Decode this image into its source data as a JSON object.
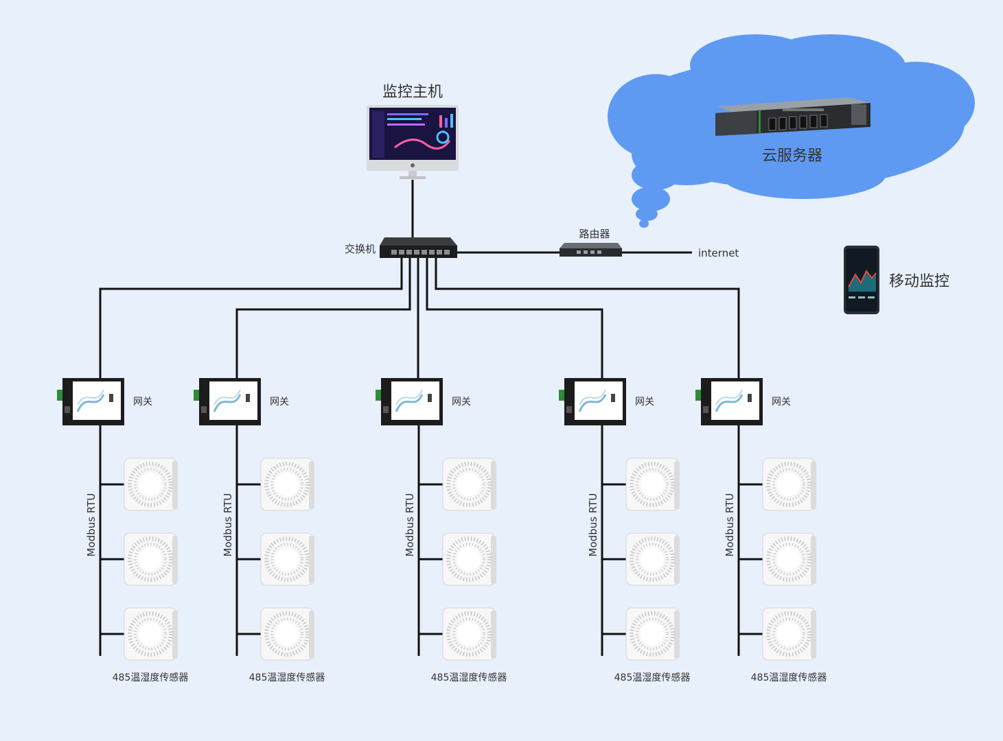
{
  "labels": {
    "host": "监控主机",
    "cloud_server": "云服务器",
    "switch": "交换机",
    "router": "路由器",
    "internet": "internet",
    "mobile": "移动监控",
    "gateway": "网关",
    "bus": "Modbus RTU",
    "sensor": "485温湿度传感器"
  },
  "branches": [
    {
      "gateway": "网关",
      "bus": "Modbus RTU",
      "sensor_label": "485温湿度传感器",
      "sensor_count": 3
    },
    {
      "gateway": "网关",
      "bus": "Modbus RTU",
      "sensor_label": "485温湿度传感器",
      "sensor_count": 3
    },
    {
      "gateway": "网关",
      "bus": "Modbus RTU",
      "sensor_label": "485温湿度传感器",
      "sensor_count": 3
    },
    {
      "gateway": "网关",
      "bus": "Modbus RTU",
      "sensor_label": "485温湿度传感器",
      "sensor_count": 3
    },
    {
      "gateway": "网关",
      "bus": "Modbus RTU",
      "sensor_label": "485温湿度传感器",
      "sensor_count": 3
    }
  ],
  "colors": {
    "background": "#e8f0fc",
    "cloud": "#5e9af2",
    "wire": "#111111",
    "device_dark": "#1c1c1c",
    "terminal_green": "#2e8b3a",
    "sensor_body": "#f7f7f7"
  },
  "icons": {
    "host": "monitor-icon",
    "cloud_server": "rack-server-icon",
    "switch": "network-switch-icon",
    "router": "router-icon",
    "mobile": "smartphone-icon",
    "gateway": "gateway-device-icon",
    "sensor": "temperature-humidity-sensor-icon"
  }
}
